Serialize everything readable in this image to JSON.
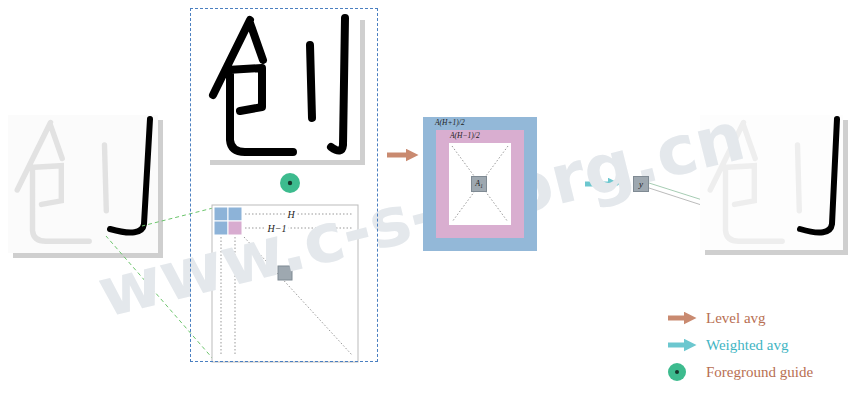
{
  "diagram": {
    "nodes": [
      {
        "text": [
          "H",
          "H−1"
        ]
      },
      {
        "text": [
          "A(H+1)/2"
        ]
      },
      {
        "text": [
          "A(H−1)/2"
        ],
        "in": 1
      },
      {
        "text": [
          "A₁"
        ],
        "in": 2
      },
      {
        "text": [
          "y"
        ]
      }
    ],
    "edges": [
      {
        "from": 0,
        "to": 1,
        "arrow": "to"
      },
      {
        "from": 1,
        "to": 4,
        "arrow": "to"
      }
    ],
    "labels": [
      "www.c-s-a.org.cn"
    ],
    "legend": [
      {
        "text": "Level avg"
      },
      {
        "text": "Weighted avg"
      },
      {
        "text": "Foreground guide"
      }
    ]
  }
}
